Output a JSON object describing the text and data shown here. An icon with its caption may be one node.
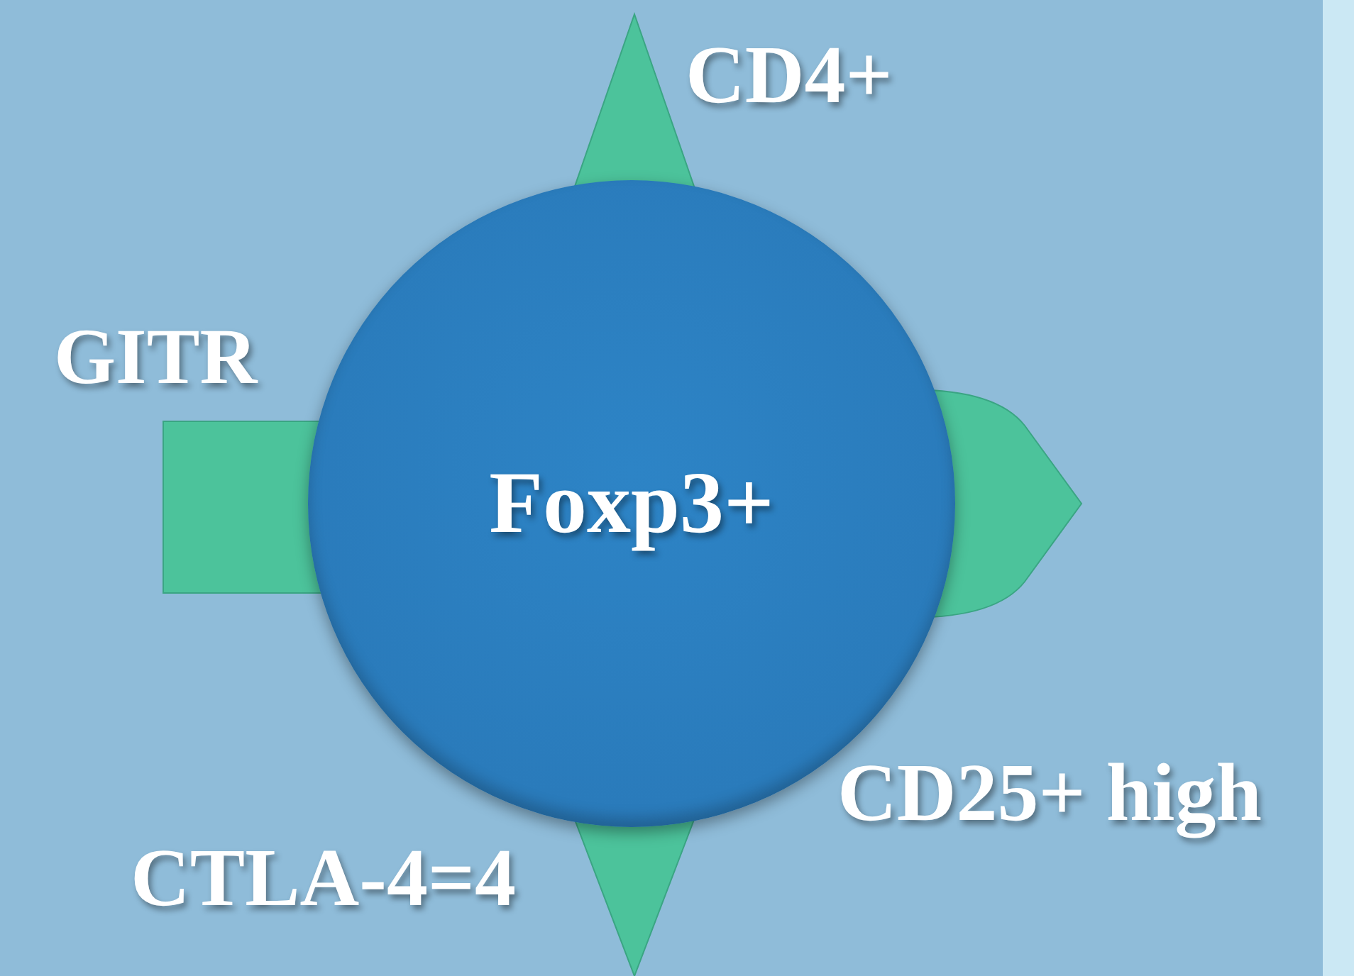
{
  "diagram": {
    "nodes": [
      {
        "text": [
          "Foxp3+"
        ]
      }
    ],
    "labels": [
      "CD4+",
      "GITR",
      "CD25+ high",
      "CTLA-4=4"
    ]
  }
}
